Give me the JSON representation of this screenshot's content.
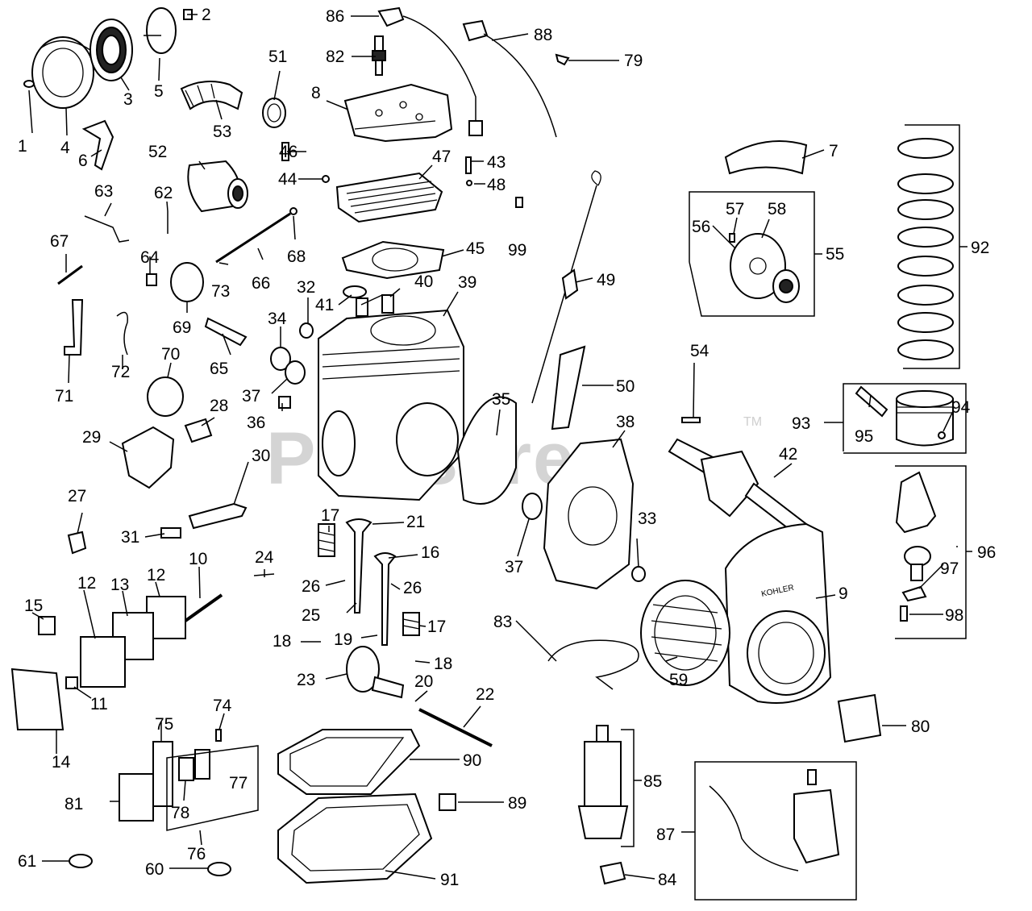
{
  "watermark": {
    "brand": "PartsTree",
    "trademark": "TM"
  },
  "blower_housing_text": "KOHLER",
  "callouts": [
    {
      "id": "1",
      "label": "1"
    },
    {
      "id": "2",
      "label": "2"
    },
    {
      "id": "3",
      "label": "3"
    },
    {
      "id": "4",
      "label": "4"
    },
    {
      "id": "5",
      "label": "5"
    },
    {
      "id": "6",
      "label": "6"
    },
    {
      "id": "7",
      "label": "7"
    },
    {
      "id": "8",
      "label": "8"
    },
    {
      "id": "9",
      "label": "9"
    },
    {
      "id": "10",
      "label": "10"
    },
    {
      "id": "11",
      "label": "11"
    },
    {
      "id": "12a",
      "label": "12"
    },
    {
      "id": "12b",
      "label": "12"
    },
    {
      "id": "13",
      "label": "13"
    },
    {
      "id": "14",
      "label": "14"
    },
    {
      "id": "15",
      "label": "15"
    },
    {
      "id": "16",
      "label": "16"
    },
    {
      "id": "17a",
      "label": "17"
    },
    {
      "id": "17b",
      "label": "17"
    },
    {
      "id": "18a",
      "label": "18"
    },
    {
      "id": "18b",
      "label": "18"
    },
    {
      "id": "19",
      "label": "19"
    },
    {
      "id": "20",
      "label": "20"
    },
    {
      "id": "21",
      "label": "21"
    },
    {
      "id": "22",
      "label": "22"
    },
    {
      "id": "23",
      "label": "23"
    },
    {
      "id": "24",
      "label": "24"
    },
    {
      "id": "25",
      "label": "25"
    },
    {
      "id": "26a",
      "label": "26"
    },
    {
      "id": "26b",
      "label": "26"
    },
    {
      "id": "27",
      "label": "27"
    },
    {
      "id": "28",
      "label": "28"
    },
    {
      "id": "29",
      "label": "29"
    },
    {
      "id": "30",
      "label": "30"
    },
    {
      "id": "31",
      "label": "31"
    },
    {
      "id": "32",
      "label": "32"
    },
    {
      "id": "33",
      "label": "33"
    },
    {
      "id": "34",
      "label": "34"
    },
    {
      "id": "35",
      "label": "35"
    },
    {
      "id": "36",
      "label": "36"
    },
    {
      "id": "37a",
      "label": "37"
    },
    {
      "id": "37b",
      "label": "37"
    },
    {
      "id": "38",
      "label": "38"
    },
    {
      "id": "39",
      "label": "39"
    },
    {
      "id": "40",
      "label": "40"
    },
    {
      "id": "41",
      "label": "41"
    },
    {
      "id": "42",
      "label": "42"
    },
    {
      "id": "43",
      "label": "43"
    },
    {
      "id": "44",
      "label": "44"
    },
    {
      "id": "45",
      "label": "45"
    },
    {
      "id": "46",
      "label": "46"
    },
    {
      "id": "47",
      "label": "47"
    },
    {
      "id": "48",
      "label": "48"
    },
    {
      "id": "49",
      "label": "49"
    },
    {
      "id": "50",
      "label": "50"
    },
    {
      "id": "51",
      "label": "51"
    },
    {
      "id": "52",
      "label": "52"
    },
    {
      "id": "53",
      "label": "53"
    },
    {
      "id": "54",
      "label": "54"
    },
    {
      "id": "55",
      "label": "55"
    },
    {
      "id": "56",
      "label": "56"
    },
    {
      "id": "57",
      "label": "57"
    },
    {
      "id": "58",
      "label": "58"
    },
    {
      "id": "59",
      "label": "59"
    },
    {
      "id": "60",
      "label": "60"
    },
    {
      "id": "61",
      "label": "61"
    },
    {
      "id": "62",
      "label": "62"
    },
    {
      "id": "63",
      "label": "63"
    },
    {
      "id": "64",
      "label": "64"
    },
    {
      "id": "65",
      "label": "65"
    },
    {
      "id": "66",
      "label": "66"
    },
    {
      "id": "67",
      "label": "67"
    },
    {
      "id": "68",
      "label": "68"
    },
    {
      "id": "69",
      "label": "69"
    },
    {
      "id": "70",
      "label": "70"
    },
    {
      "id": "71",
      "label": "71"
    },
    {
      "id": "72",
      "label": "72"
    },
    {
      "id": "73",
      "label": "73"
    },
    {
      "id": "74",
      "label": "74"
    },
    {
      "id": "75",
      "label": "75"
    },
    {
      "id": "76",
      "label": "76"
    },
    {
      "id": "77",
      "label": "77"
    },
    {
      "id": "78",
      "label": "78"
    },
    {
      "id": "79",
      "label": "79"
    },
    {
      "id": "80",
      "label": "80"
    },
    {
      "id": "81",
      "label": "81"
    },
    {
      "id": "82",
      "label": "82"
    },
    {
      "id": "83",
      "label": "83"
    },
    {
      "id": "84",
      "label": "84"
    },
    {
      "id": "85",
      "label": "85"
    },
    {
      "id": "86",
      "label": "86"
    },
    {
      "id": "87",
      "label": "87"
    },
    {
      "id": "88",
      "label": "88"
    },
    {
      "id": "89",
      "label": "89"
    },
    {
      "id": "90",
      "label": "90"
    },
    {
      "id": "91",
      "label": "91"
    },
    {
      "id": "92",
      "label": "92"
    },
    {
      "id": "93",
      "label": "93"
    },
    {
      "id": "94",
      "label": "94"
    },
    {
      "id": "95",
      "label": "95"
    },
    {
      "id": "96",
      "label": "96"
    },
    {
      "id": "97",
      "label": "97"
    },
    {
      "id": "98",
      "label": "98"
    },
    {
      "id": "99",
      "label": "99"
    }
  ]
}
